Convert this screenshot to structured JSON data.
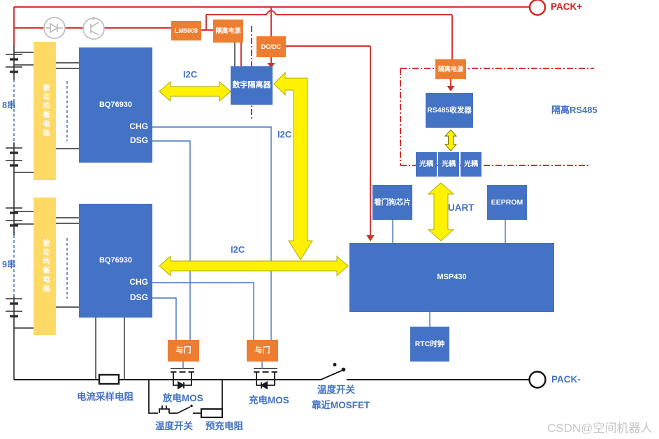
{
  "watermark": "CSDN@空间机器人",
  "terminals": {
    "pack_plus": "PACK+",
    "pack_minus": "PACK-"
  },
  "cell_strings": {
    "string1": "8串",
    "string2": "9串"
  },
  "buses": {
    "i2c": "I2C",
    "uart": "UART",
    "iso_rs485": "隔离RS485"
  },
  "blocks": {
    "lm5008": "LM5008",
    "iso_power": "隔离电源",
    "dcdc": "DC/DC",
    "digital_isolator": "数字隔离器",
    "rs485_transceiver": "RS485收发器",
    "optocoupler": "光耦",
    "watchdog": "看门狗芯片",
    "eeprom": "EEPROM",
    "mcu": "MSP430",
    "rtc": "RTC时钟",
    "afe": "BQ76930",
    "balance_circuit": "被动均衡电路",
    "and_gate": "与门"
  },
  "pins": {
    "chg": "CHG",
    "dsg": "DSG"
  },
  "component_labels": {
    "current_sense_resistor": "电流采样电阻",
    "discharge_mos": "放电MOS",
    "charge_mos": "充电MOS",
    "temp_switch": "温度开关",
    "near_mosfet": "靠近MOSFET",
    "precharge_resistor": "预充电阻"
  },
  "colors": {
    "box_blue": "#4472C4",
    "box_orange": "#ED7D31",
    "box_yellow": "#FFD966",
    "arrow_yellow": "#FFF100",
    "wire_red": "#D93030",
    "wire_blue": "#4472C4",
    "wire_black": "#2D2D2D",
    "label_blue": "#4472C4",
    "pack_plus_red": "#D61F1F",
    "watermark_gray": "#C6C6C6"
  }
}
